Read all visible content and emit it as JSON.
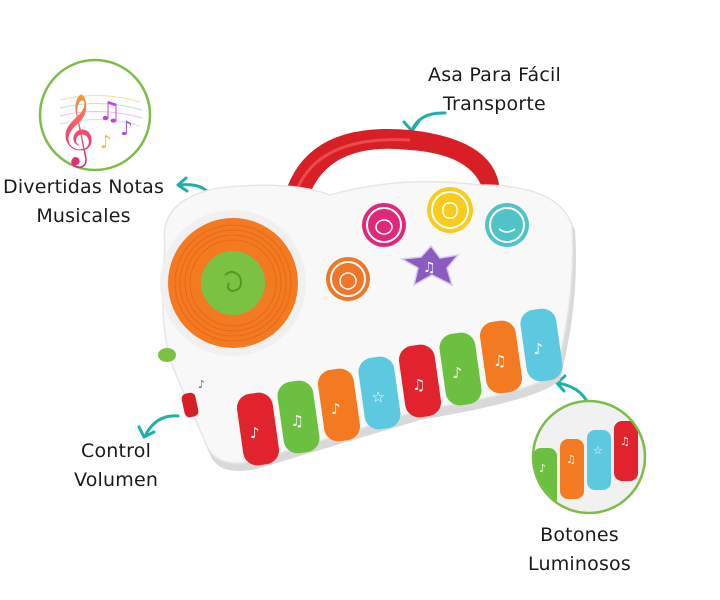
{
  "callouts": {
    "handle": {
      "line1": "Asa Para Fácil",
      "line2": "Transporte"
    },
    "notes": {
      "line1": "Divertidas Notas",
      "line2": "Musicales"
    },
    "volume": {
      "line1": "Control",
      "line2": "Volumen"
    },
    "buttons": {
      "line1": "Botones",
      "line2": "Luminosos"
    }
  },
  "colors": {
    "arrow": "#1fb0a8",
    "ring": "#7cbd4a",
    "handle": "#d91f26",
    "key_red": "#e0232d",
    "key_green": "#6cc040",
    "key_orange": "#f47a22",
    "key_blue": "#5cc9e0",
    "turntable": "#f47a22",
    "turntable_center": "#7cc242",
    "btn_pink": "#e0287a",
    "btn_yellow": "#f7cc1c",
    "btn_teal": "#4fc3c8",
    "btn_orange": "#f0762a",
    "btn_star": "#8a5cbf"
  },
  "toy": {
    "keys": [
      "red",
      "green",
      "orange",
      "blue",
      "red",
      "green",
      "orange",
      "blue"
    ],
    "animal_buttons": [
      "sheep-icon",
      "duck-icon",
      "giraffe-icon",
      "frog-icon",
      "music-star-icon"
    ]
  }
}
